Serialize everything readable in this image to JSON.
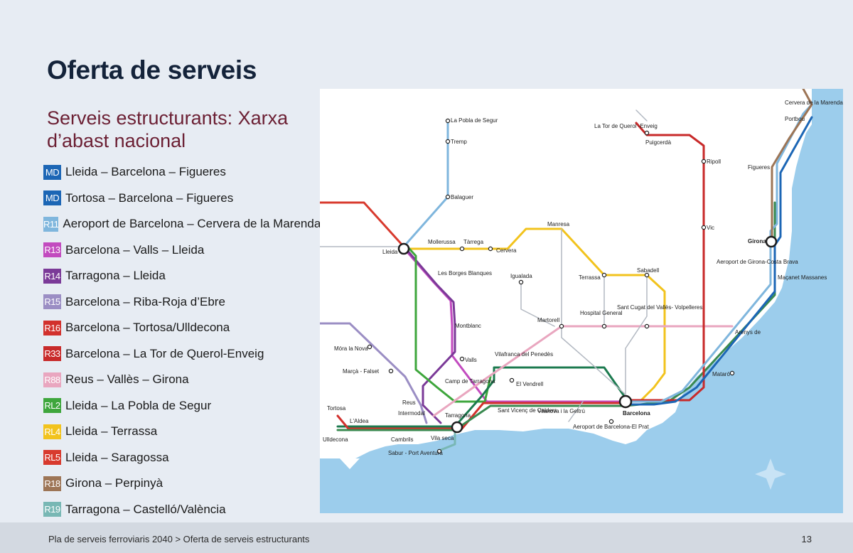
{
  "header": {
    "title": "Oferta de serveis",
    "subtitle": "Serveis estructurants: Xarxa d’abast nacional"
  },
  "legend": [
    {
      "code": "MD",
      "color": "#1c66b5",
      "label": "Lleida – Barcelona – Figueres"
    },
    {
      "code": "MD",
      "color": "#1c66b5",
      "label": "Tortosa – Barcelona – Figueres"
    },
    {
      "code": "R11",
      "color": "#7fb6dd",
      "label": "Aeroport de Barcelona – Cervera de la Marenda"
    },
    {
      "code": "R13",
      "color": "#c24bbf",
      "label": "Barcelona – Valls – Lleida"
    },
    {
      "code": "R14",
      "color": "#7b3a98",
      "label": "Tarragona – Lleida"
    },
    {
      "code": "R15",
      "color": "#9b8ec4",
      "label": "Barcelona – Riba-Roja d’Ebre"
    },
    {
      "code": "R16",
      "color": "#d2312d",
      "label": "Barcelona – Tortosa/Ulldecona"
    },
    {
      "code": "R33",
      "color": "#c82a2a",
      "label": "Barcelona – La Tor de Querol-Enveig"
    },
    {
      "code": "R88",
      "color": "#e9a6bf",
      "label": "Reus – Vallès – Girona"
    },
    {
      "code": "RL2",
      "color": "#3ea63c",
      "label": "Lleida – La Pobla de Segur"
    },
    {
      "code": "RL4",
      "color": "#f2c31d",
      "label": "Lleida – Terrassa"
    },
    {
      "code": "RL5",
      "color": "#d83a2e",
      "label": "Lleida – Saragossa"
    },
    {
      "code": "R18",
      "color": "#9d7556",
      "label": "Girona – Perpinyà"
    },
    {
      "code": "R19",
      "color": "#78b7b4",
      "label": "Tarragona – Castelló/València"
    }
  ],
  "map": {
    "stations": {
      "la_pobla": "La Pobla de Segur",
      "tremp": "Tremp",
      "balaguer": "Balaguer",
      "lleida": "Lleida",
      "mollerussa": "Mollerussa",
      "tarrega": "Tàrrega",
      "cervera": "Cervera",
      "manresa": "Manresa",
      "les_borges": "Les Borges Blanques",
      "igualada": "Igualada",
      "terrassa": "Terrassa",
      "sabadell": "Sabadell",
      "martorell": "Martorell",
      "hospital_general": "Hospital General",
      "sant_cugat": "Sant Cugat del Vallès- Volpelleres",
      "montblanc": "Montblanc",
      "valls": "Valls",
      "mora": "Móra la Nova",
      "marca": "Marçà - Falset",
      "vilafranca": "Vilafranca del Penedès",
      "el_vendrell": "El Vendrell",
      "camp_tarragona": "Camp de Tarragona",
      "reus": "Reus",
      "intermodal": "Intermodal",
      "tarragona": "Tarragona",
      "vila_seca": "Vila seca",
      "cambrils": "Cambrils",
      "sant_vicenc": "Sant Vicenç de Calders",
      "vilanova": "Vilanova i la Geltrú",
      "aeroport_bcn": "Aeroport de Barcelona-El Prat",
      "barcelona": "Barcelona",
      "tortosa": "Tortosa",
      "lampolla": "L'Aldea",
      "ulldecona": "Ulldecona",
      "salou": "Sabur - Port Aventura",
      "tor_querol": "La Tor de Querol -Enveig",
      "puigcerda": "Puigcerdà",
      "ripoll": "Ripoll",
      "vic": "Vic",
      "figueres": "Figueres",
      "girona": "Girona",
      "aeroport_girona": "Aeroport de Girona-Costa Brava",
      "macanet": "Maçanet Massanes",
      "arenys": "Arenys de",
      "mataro": "Mataró",
      "cervera_marenda": "Cervera de la Marenda",
      "portbou": "Portbou"
    }
  },
  "footer": {
    "text": "Pla de serveis ferroviaris 2040 > Oferta de serveis estructurants",
    "page": "13"
  }
}
